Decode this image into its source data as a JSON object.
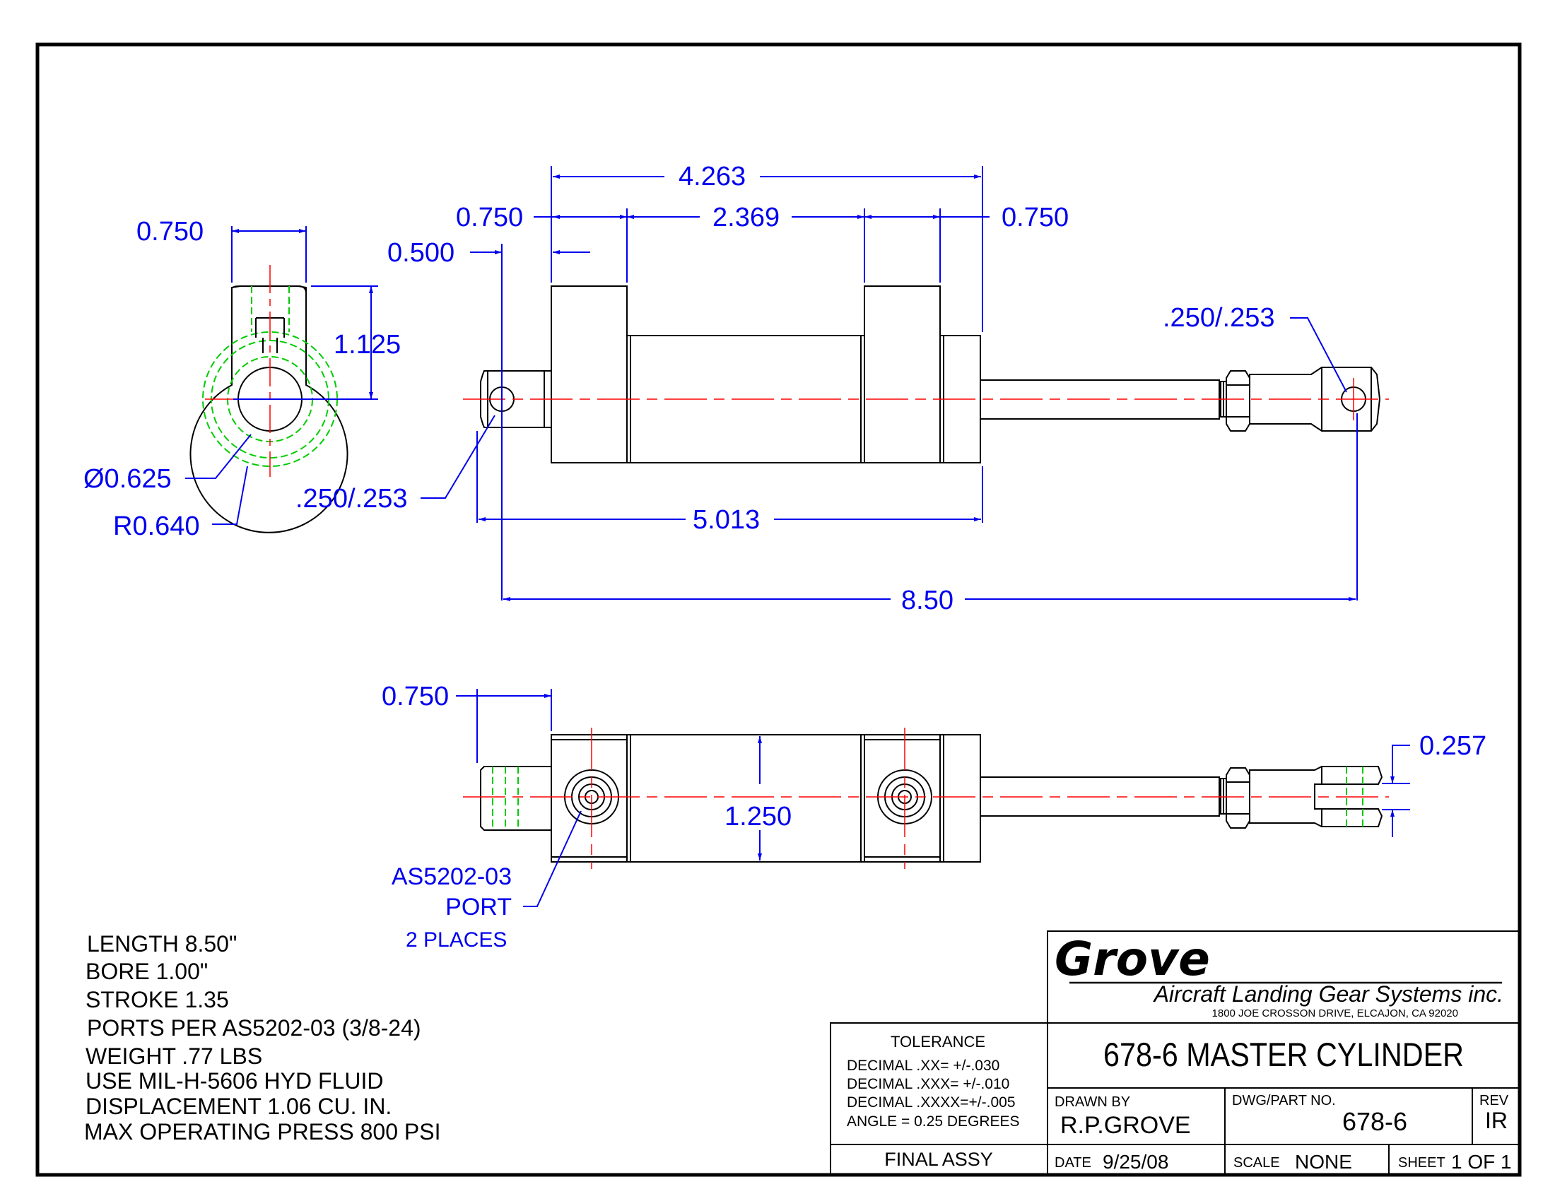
{
  "dimensions": {
    "side_width": "0.750",
    "side_height": "1.125",
    "side_dia": "Ø0.625",
    "side_radius": "R0.640",
    "pin_left_dia": ".250/.253",
    "pin_right_dia": ".250/.253",
    "offset_500": "0.500",
    "block_left": "0.750",
    "overall_4263": "4.263",
    "between_2369": "2.369",
    "block_right": "0.750",
    "body_5013": "5.013",
    "overall_850": "8.50",
    "bottom_750": "0.750",
    "bore_1250": "1.250",
    "slot_257": "0.257"
  },
  "port_callout": {
    "line1": "AS5202-03",
    "line2": "PORT",
    "line3": "2 PLACES"
  },
  "notes": [
    "LENGTH 8.50\"",
    "BORE 1.00\"",
    "STROKE 1.35",
    "PORTS PER AS5202-03  (3/8-24)",
    "WEIGHT .77 LBS",
    "USE MIL-H-5606 HYD FLUID",
    "DISPLACEMENT 1.06 CU. IN.",
    "MAX OPERATING PRESS 800 PSI"
  ],
  "title_block": {
    "company": "Grove",
    "company_sub": "Aircraft Landing Gear Systems inc.",
    "address": "1800 JOE CROSSON DRIVE, ELCAJON, CA 92020",
    "title": "678-6 MASTER CYLINDER",
    "tolerance_head": "TOLERANCE",
    "tolerance_lines": [
      "DECIMAL  .XX=  +/-.030",
      "DECIMAL  .XXX= +/-.010",
      "DECIMAL  .XXXX=+/-.005",
      "ANGLE = 0.25 DEGREES"
    ],
    "final_assy": "FINAL ASSY",
    "drawn_by_label": "DRAWN  BY",
    "drawn_by": "R.P.GROVE",
    "dwg_label": "DWG/PART  NO.",
    "dwg_no": "678-6",
    "rev_label": "REV",
    "rev": "IR",
    "date_label": "DATE",
    "date": "9/25/08",
    "scale_label": "SCALE",
    "scale": "NONE",
    "sheet_label": "SHEET",
    "sheet": "1 OF 1"
  },
  "colors": {
    "outline": "#000000",
    "dimension": "#0000ee",
    "centerline": "#ff0000",
    "hidden": "#00cc00"
  }
}
